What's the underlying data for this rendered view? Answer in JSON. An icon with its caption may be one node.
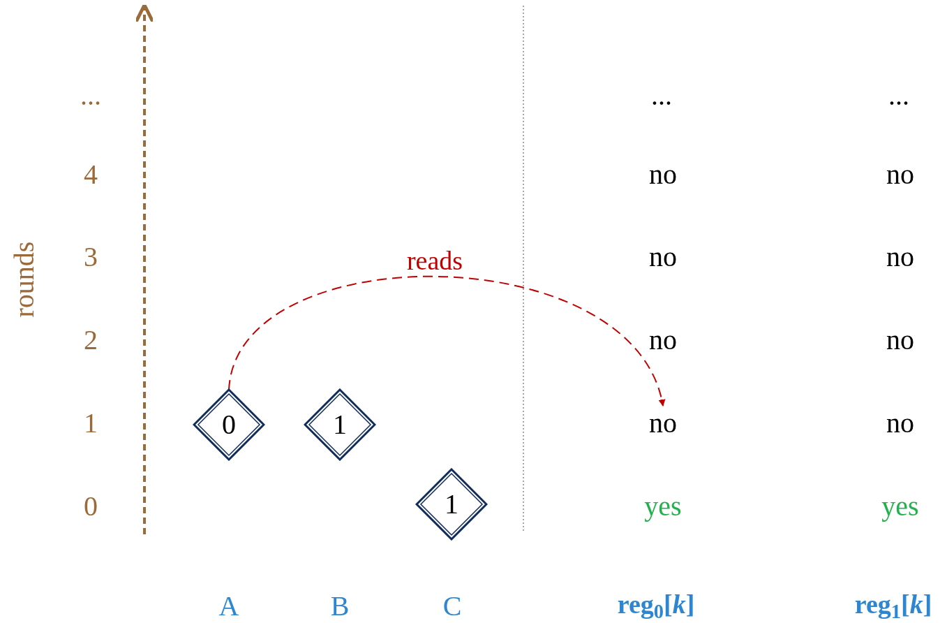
{
  "diagram": {
    "nodes": [
      {
        "text": [
          "0"
        ]
      },
      {
        "text": [
          "1"
        ]
      },
      {
        "text": [
          "1"
        ]
      },
      {
        "text": [
          "no"
        ]
      }
    ],
    "edges": [
      {
        "from": 0,
        "to": 3,
        "arrow": "to",
        "label": "reads",
        "style": "dashed",
        "color": "#c00000"
      }
    ],
    "labels": [
      "...",
      "...",
      "...",
      "4",
      "no",
      "no",
      "3",
      "no",
      "no",
      "rounds",
      "2",
      "no",
      "no",
      "1",
      "no",
      "0",
      "yes",
      "yes",
      "A",
      "B",
      "C",
      "reg$_{0}$[*k*]",
      "reg$_{1}$[*k*]"
    ]
  }
}
